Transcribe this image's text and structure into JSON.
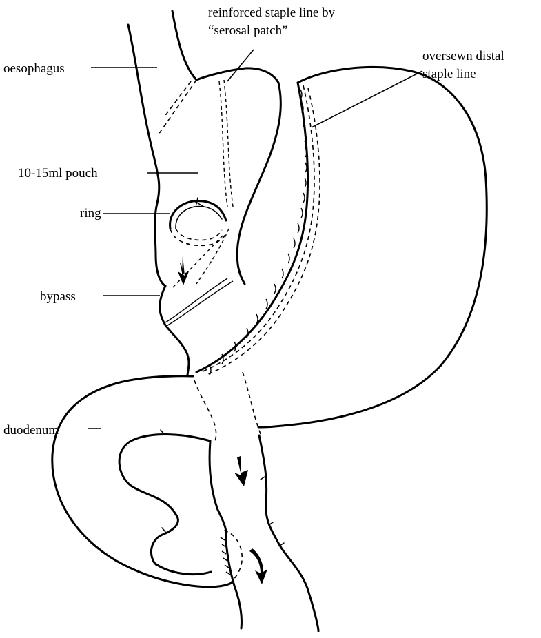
{
  "labels": {
    "oesophagus": "oesophagus",
    "pouch": "10-15ml pouch",
    "ring": "ring",
    "bypass": "bypass",
    "duodenum": "duodenum",
    "reinforced_line1": "reinforced staple line by",
    "reinforced_line2": "“serosal patch”",
    "oversewn_line1": "oversewn distal",
    "oversewn_line2": "staple line"
  }
}
